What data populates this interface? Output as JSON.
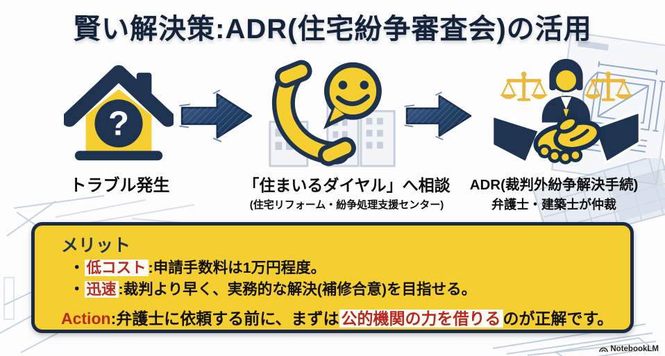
{
  "title": "賢い解決策:ADR(住宅紛争審査会)の活用",
  "flow": {
    "steps": [
      {
        "icon": "house-question-icon",
        "icon_glyph": "?",
        "label": "トラブル発生"
      },
      {
        "icon": "phone-smile-icon",
        "label": "「住まいるダイヤル」へ相談",
        "sublabel": "(住宅リフォーム・紛争処理支援センター)"
      },
      {
        "icon": "handshake-mediation-icon",
        "label": "ADR(裁判外紛争解決手続)",
        "sublabel": "弁護士・建築士が仲裁"
      }
    ],
    "arrow_icon": "arrow-right-icon"
  },
  "merit_box": {
    "heading": "メリット",
    "bullets": [
      {
        "marker": "・",
        "highlight": "低コスト",
        "colon": ":",
        "text": "申請手数料は1万円程度。"
      },
      {
        "marker": "・",
        "highlight": "迅速",
        "colon": ":",
        "text": "裁判より早く、実務的な解決(補修合意)を目指せる。"
      }
    ],
    "action": {
      "label": "Action",
      "colon": ":",
      "pre": "弁護士に依頼する前に、まずは",
      "highlight": "公的機関の力を借りる",
      "post": "のが正解です。"
    }
  },
  "watermark": {
    "label": "NotebookLM",
    "icon": "notebooklm-icon"
  },
  "colors": {
    "title_navy": "#14233c",
    "icon_navy": "#1d3350",
    "yellow": "#f5ce2f",
    "scale_gold": "#ecb83c",
    "red": "#b92a1e",
    "highlight_bg": "#fdfdf6",
    "box_border": "#1a2b47",
    "text_black": "#111111",
    "sketch_blue": "#9fb4cf",
    "building_gray": "#c3cdd9"
  }
}
